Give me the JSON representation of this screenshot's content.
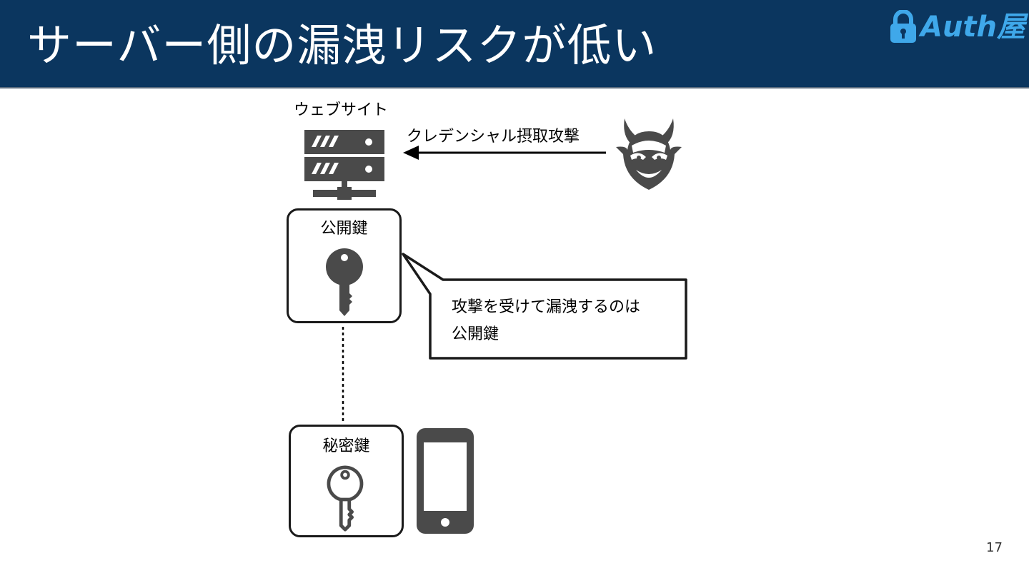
{
  "slide": {
    "title": "サーバー側の漏洩リスクが低い",
    "logo_text": "Auth屋",
    "page_number": "17"
  },
  "diagram": {
    "website_label": "ウェブサイト",
    "attack_label": "クレデンシャル摂取攻撃",
    "public_key_label": "公開鍵",
    "private_key_label": "秘密鍵",
    "callout_line1": "攻撃を受けて漏洩するのは",
    "callout_line2": "公開鍵"
  },
  "colors": {
    "header_bg": "#0b365f",
    "logo_blue": "#3fa8ea",
    "icon_gray": "#4a4a4a"
  },
  "icons": [
    "lock-icon",
    "server-icon",
    "devil-icon",
    "key-filled-icon",
    "key-outline-icon",
    "smartphone-icon"
  ]
}
